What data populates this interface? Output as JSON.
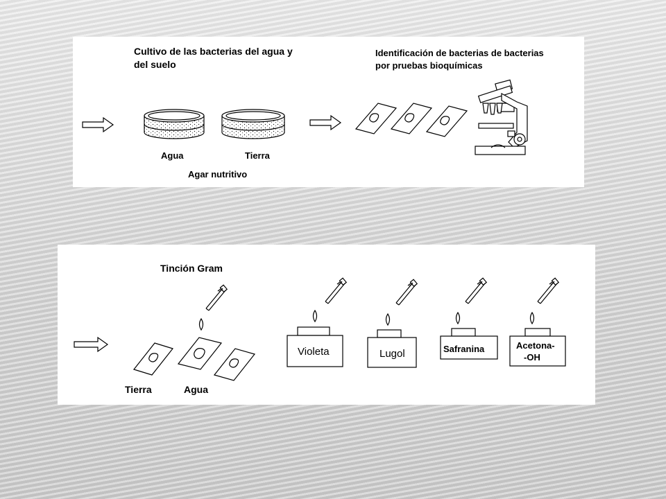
{
  "top_panel": {
    "culture_title_line1": "Cultivo de las bacterias del agua y",
    "culture_title_line2": "del suelo",
    "identification_title_line1": "Identificación de bacterias de bacterias",
    "identification_title_line2": "por pruebas bioquímicas",
    "dish_water_label": "Agua",
    "dish_soil_label": "Tierra",
    "medium_label": "Agar nutritivo"
  },
  "bottom_panel": {
    "stain_title": "Tinción Gram",
    "slide_soil_label": "Tierra",
    "slide_water_label": "Agua",
    "reagents": [
      "Violeta",
      "Lugol",
      "Safranina",
      "Acetona-",
      "-OH"
    ]
  }
}
